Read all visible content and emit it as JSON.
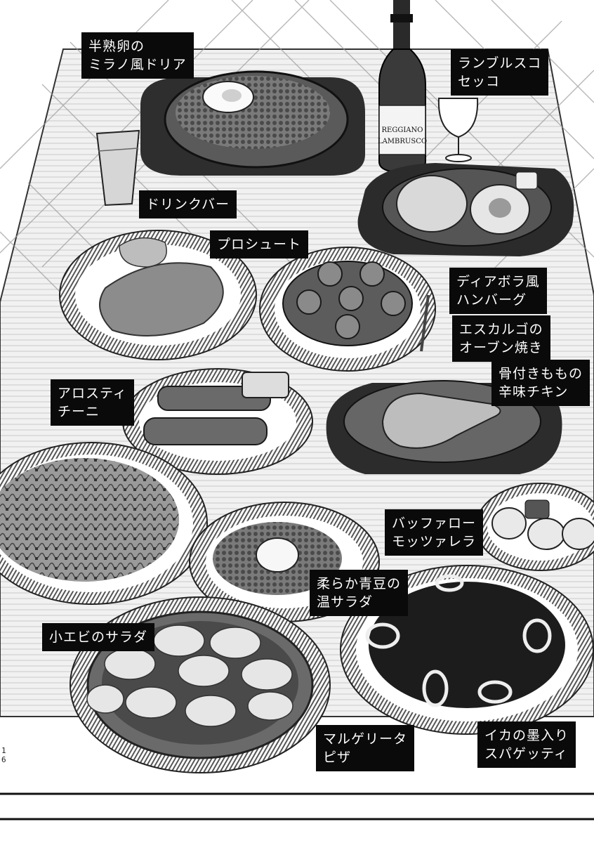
{
  "labels": {
    "doria": "半熟卵の\nミラノ風ドリア",
    "lambrusco": "ランブルスコ\nセッコ",
    "drinkbar": "ドリンクバー",
    "prosciutto": "プロシュート",
    "hamburg": "ディアボラ風\nハンバーグ",
    "escargot": "エスカルゴの\nオーブン焼き",
    "chicken": "骨付きももの\n辛味チキン",
    "arrosticini": "アロスティ\nチーニ",
    "mozzarella": "バッファロー\nモッツァレラ",
    "greenpea": "柔らか青豆の\n温サラダ",
    "shrimp": "小エビのサラダ",
    "margherita": "マルゲリータ\nピザ",
    "squidink": "イカの墨入り\nスパゲッティ"
  },
  "bottle_label": "REGGIANO\nLAMBRUSCO",
  "page_number": "1\n6"
}
